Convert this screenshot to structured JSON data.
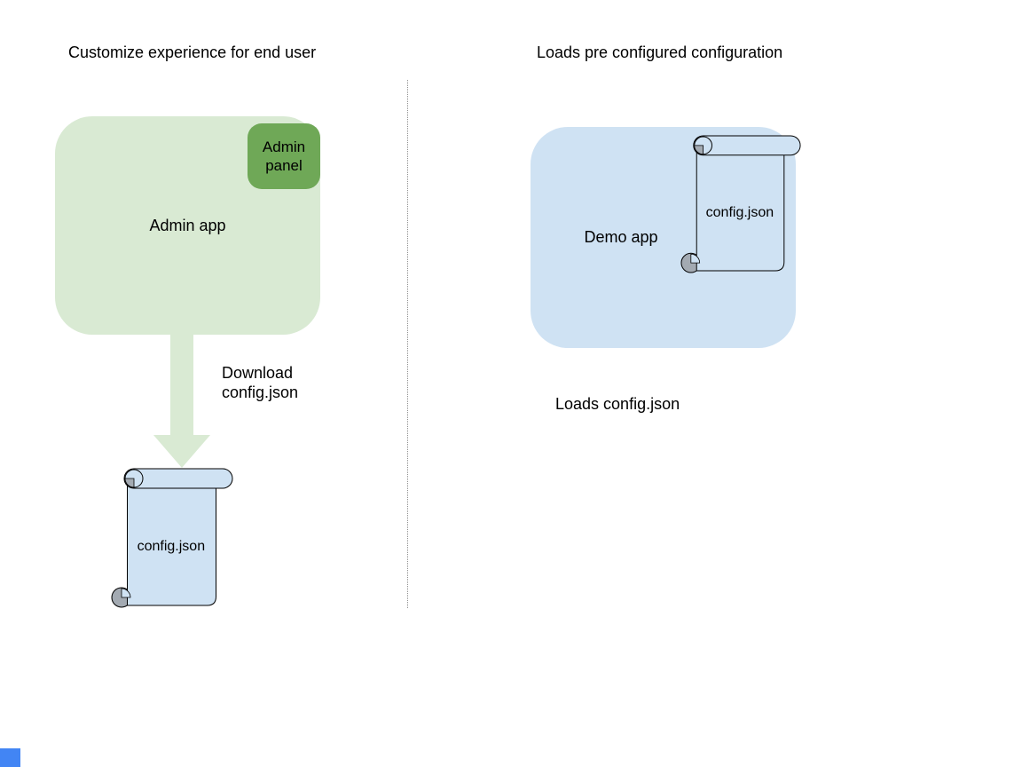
{
  "left": {
    "header": "Customize experience for end user",
    "admin_app_label": "Admin app",
    "admin_panel_label": "Admin\npanel",
    "arrow_label": "Download\nconfig.json",
    "scroll_label": "config.json"
  },
  "right": {
    "header": "Loads pre configured configuration",
    "demo_app_label": "Demo app",
    "scroll_label": "config.json",
    "caption": "Loads config.json"
  },
  "colors": {
    "app_green_light": "#d9ead3",
    "panel_green": "#6fa857",
    "app_blue_light": "#cfe2f3",
    "scroll_fill": "#cfe2f3",
    "curl_gray": "#a3aab2",
    "outline_black": "#000000",
    "divider_gray": "#8f8f8f",
    "corner_blue": "#4285f4"
  }
}
